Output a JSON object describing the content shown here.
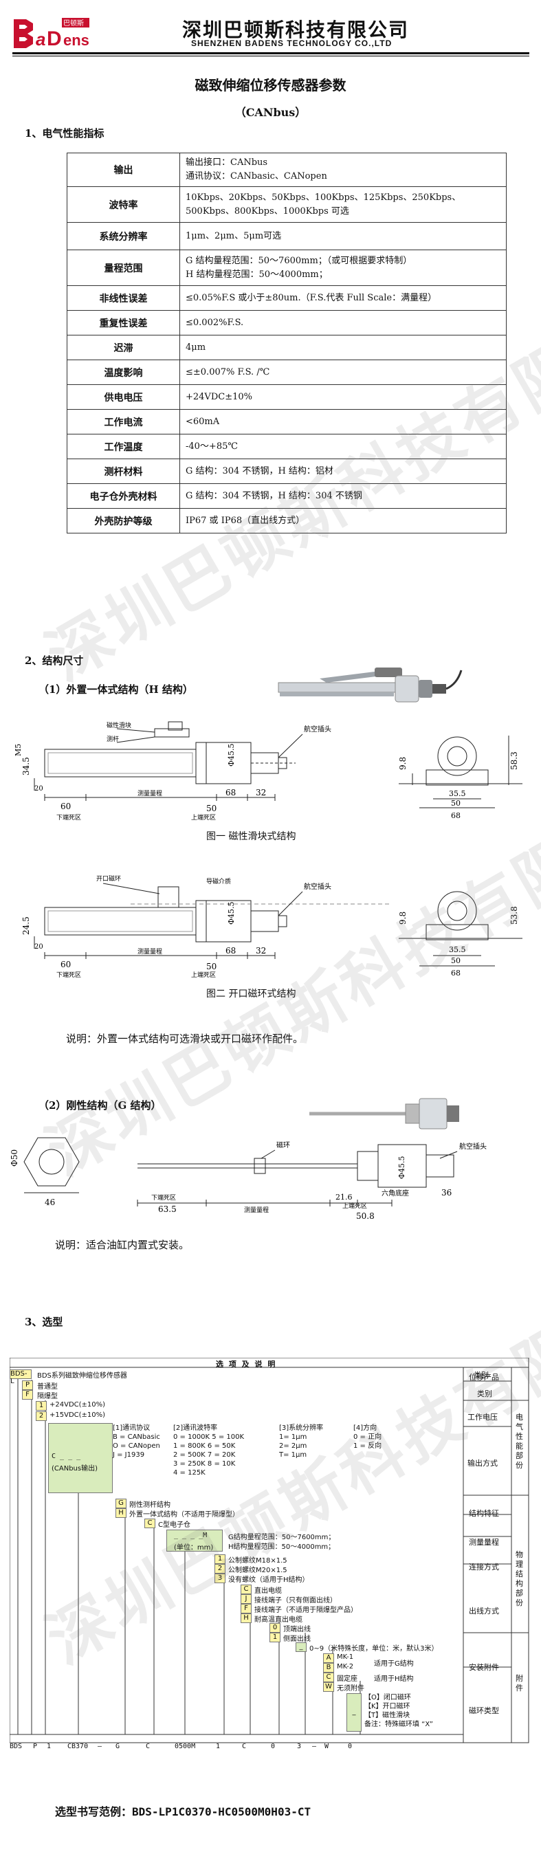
{
  "header": {
    "logo_text": "BaDens",
    "company_cn": "深圳巴顿斯科技有限公司",
    "company_en": "SHENZHEN BADENS TECHNOLOGY CO.,LTD"
  },
  "title": "磁致伸缩位移传感器参数",
  "subtitle": "（CANbus）",
  "section1": "1、电气性能指标",
  "specs": [
    {
      "k": "输出",
      "v": [
        "输出接口：CANbus",
        "通讯协议：CANbasic、CANopen"
      ]
    },
    {
      "k": "波特率",
      "v": [
        "10Kbps、20Kbps、50Kbps、100Kbps、125Kbps、250Kbps、",
        "500Kbps、800Kbps、1000Kbps 可选"
      ]
    },
    {
      "k": "系统分辨率",
      "v": [
        "1μm、2μm、5μm可选"
      ]
    },
    {
      "k": "量程范围",
      "v": [
        "G 结构量程范围：50～7600mm；（或可根据要求特制）",
        "H 结构量程范围：50～4000mm；"
      ]
    },
    {
      "k": "非线性误差",
      "v": [
        "≤0.05%F.S 或小于±80um.（F.S.代表 Full Scale：满量程）"
      ]
    },
    {
      "k": "重复性误差",
      "v": [
        "≤0.002%F.S."
      ]
    },
    {
      "k": "迟滞",
      "v": [
        "4μm"
      ]
    },
    {
      "k": "温度影响",
      "v": [
        "≤±0.007% F.S. /℃"
      ]
    },
    {
      "k": "供电电压",
      "v": [
        "+24VDC±10%"
      ]
    },
    {
      "k": "工作电流",
      "v": [
        "<60mA"
      ]
    },
    {
      "k": "工作温度",
      "v": [
        "-40～+85℃"
      ]
    },
    {
      "k": "测杆材料",
      "v": [
        "G 结构：304 不锈钢，H 结构：铝材"
      ]
    },
    {
      "k": "电子仓外壳材料",
      "v": [
        "G 结构：304 不锈钢，H 结构：304 不锈钢"
      ]
    },
    {
      "k": "外壳防护等级",
      "v": [
        "IP67 或 IP68（直出线方式）"
      ]
    }
  ],
  "section2": "2、结构尺寸",
  "sub1": "（1）外置一体式结构（H 结构）",
  "fig1": {
    "caption": "图一     磁性滑块式结构",
    "labels": {
      "slider": "磁性滑块",
      "body": "测杆",
      "plug": "航空插头",
      "m5": "M5",
      "h": "34.5",
      "d": "Φ45.5",
      "l1": "60",
      "l2": "20",
      "l3": "测量量程",
      "l4": "68",
      "l5": "32",
      "dz1": "下端死区",
      "dz2": "上端死区",
      "end": "50",
      "r1": "9.8",
      "r2": "58.3",
      "r3": "35.5",
      "r4": "50",
      "r5": "68"
    }
  },
  "fig2": {
    "caption": "图二     开口磁环式结构",
    "labels": {
      "ring": "开口磁环",
      "guide": "导磁介质",
      "plug": "航空插头",
      "h": "24.5",
      "d": "Φ45.5",
      "l1": "60",
      "l2": "20",
      "l3": "测量量程",
      "l4": "68",
      "l5": "32",
      "dz1": "下端死区",
      "dz2": "上端死区",
      "end": "50",
      "r1": "9.8",
      "r2": "53.8",
      "r3": "35.5",
      "r4": "50",
      "r5": "68"
    }
  },
  "note1": "说明：外置一体式结构可选滑块或开口磁环作配件。",
  "sub2": "（2）刚性结构（G 结构）",
  "fig3": {
    "labels": {
      "d50": "Φ50",
      "w46": "46",
      "ring": "磁环",
      "plug": "航空插头",
      "d": "Φ45.5",
      "hex": "六角底座",
      "dz1": "下端死区",
      "l1": "63.5",
      "l3": "测量量程",
      "l4": "21.6",
      "dz2": "上端死区",
      "l5": "50.8",
      "l6": "36"
    }
  },
  "note2": "说明：适合油缸内置式安装。",
  "section3": "3、选型",
  "selection": {
    "header": "选  项  及  说  明",
    "col_right": "类别",
    "rows": {
      "r0": {
        "code": "BDS-L",
        "desc": "BDS系列磁致伸缩位移传感器",
        "cat": "位移产品"
      },
      "r1": {
        "code": "P",
        "desc": "普通型"
      },
      "r2": {
        "code": "F",
        "desc": "隔爆型",
        "cat": "类别"
      },
      "r3": {
        "code": "1",
        "desc": "+24VDC(±10%)"
      },
      "r4": {
        "code": "2",
        "desc": "+15VDC(±10%)",
        "cat": "工作电压"
      },
      "out": {
        "code": "C _ _ _",
        "desc": "(CANbus输出)",
        "cat": "输出方式"
      },
      "protocol": [
        "[1]通讯协议",
        "B = CANbasic",
        "O = CANopen",
        "J = J1939"
      ],
      "baud": [
        "[2]通讯波特率",
        "0 = 1000K  5 = 100K",
        "1 = 800K   6 = 50K",
        "2 = 500K   7 = 20K",
        "3 = 250K   8 = 10K",
        "4 = 125K"
      ],
      "res": [
        "[3]系统分辨率",
        "1= 1μm",
        "2= 2μm",
        "T= 1μm"
      ],
      "dir": [
        "[4]方向",
        "0 = 正向",
        "1 = 反向"
      ],
      "side_elec": "电气性能部份",
      "g": {
        "code": "G",
        "desc": "刚性测杆结构"
      },
      "h": {
        "code": "H",
        "desc": "外置一体式结构（不适用于隔爆型）",
        "cat": "结构特征"
      },
      "c": {
        "code": "C",
        "desc": "C型电子仓"
      },
      "range": {
        "code": "_ _ _ _M",
        "desc": "(单位：mm)",
        "note1": "G结构量程范围：50～7600mm；",
        "note2": "H结构量程范围：50～4000mm；",
        "cat": "测量量程"
      },
      "conn1": {
        "code": "1",
        "desc": "公制螺纹M18×1.5"
      },
      "conn2": {
        "code": "2",
        "desc": "公制螺纹M20×1.5",
        "cat": "连接方式"
      },
      "conn3": {
        "code": "3",
        "desc": "没有螺纹（适用于H结构）"
      },
      "o1": {
        "code": "C",
        "desc": "直出电缆"
      },
      "o2": {
        "code": "J",
        "desc": "接线端子（只有侧面出线）"
      },
      "o3": {
        "code": "F",
        "desc": "接线端子（不适用于隔爆型产品）"
      },
      "o4": {
        "code": "H",
        "desc": "耐高温直出电缆",
        "cat": "出线方式"
      },
      "o5": {
        "code": "0",
        "desc": "顶端出线"
      },
      "o6": {
        "code": "1",
        "desc": "侧面出线"
      },
      "o7": {
        "code": "_",
        "desc": "0~9（米特殊长度，单位：米，默认3米）"
      },
      "a1": {
        "code": "A",
        "desc": "MK-1",
        "extra": "适用于G结构"
      },
      "a2": {
        "code": "B",
        "desc": "MK-2",
        "cat": "安装附件"
      },
      "a3": {
        "code": "C",
        "desc": "固定座",
        "extra": "适用于H结构"
      },
      "a4": {
        "code": "W",
        "desc": "无须附件"
      },
      "ring": {
        "code": "_",
        "l1": "【O】闭口磁环",
        "l2": "【K】开口磁环",
        "l3": "【T】磁性滑块",
        "l4": "备注：特殊磁环填 “X”",
        "cat": "磁环类型"
      },
      "side_phys": "物理结构部份",
      "side_acc": "附件"
    },
    "bottom_codes": [
      "BDS",
      "P",
      "1",
      "CB370",
      "—",
      "G",
      "C",
      "0500M",
      "1",
      "C",
      "0",
      "3",
      "—",
      "W",
      "0"
    ]
  },
  "example_label": "选型书写范例：",
  "example_code": "BDS-LP1C0370-HC0500M0H03-CT",
  "watermark": "深圳巴顿斯科技有限公司"
}
